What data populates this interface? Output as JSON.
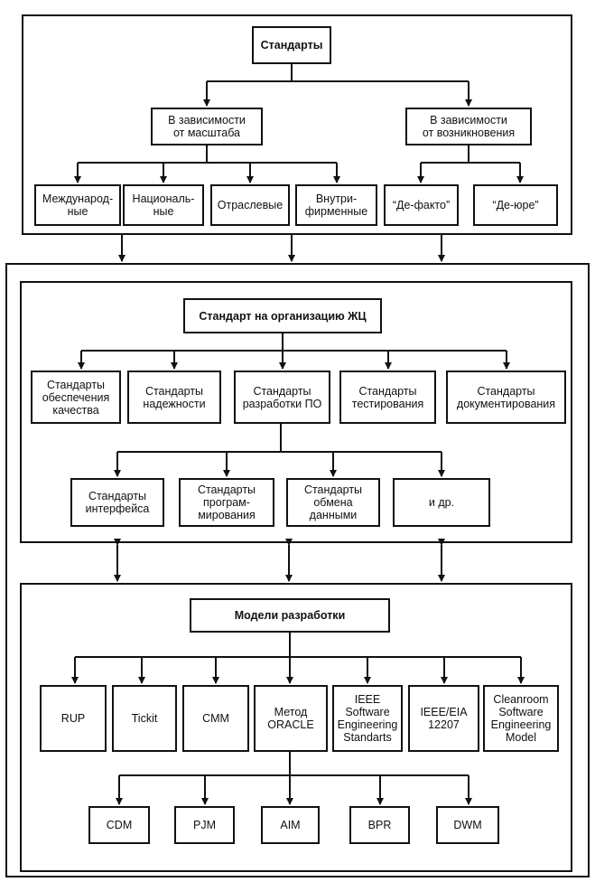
{
  "top": {
    "root": "Стандарты",
    "by_scale": "В зависимости\nот масштаба",
    "by_origin": "В зависимости\nот возникновения",
    "scale_items": [
      "Международ-\nные",
      "Националь-\nные",
      "Отраслевые",
      "Внутри-\nфирменные"
    ],
    "origin_items": [
      "“Де-факто”",
      "“Де-юре”"
    ]
  },
  "lifecycle": {
    "root": "Стандарт на организацию ЖЦ",
    "items": [
      "Стандарты\nобеспечения\nкачества",
      "Стандарты\nнадежности",
      "Стандарты\nразработки ПО",
      "Стандарты\nтестирования",
      "Стандарты\nдокументирования"
    ],
    "sub_items": [
      "Стандарты\nинтерфейса",
      "Стандарты\nпрограм-\nмирования",
      "Стандарты\nобмена\nданными",
      "и др."
    ]
  },
  "models": {
    "root": "Модели разработки",
    "items": [
      "RUP",
      "Tickit",
      "CMM",
      "Метод\nORACLE",
      "IEEE\nSoftware\nEngineering\nStandarts",
      "IEEE/EIA\n12207",
      "Cleanroom\nSoftware\nEngineering\nModel"
    ],
    "sub_items": [
      "CDM",
      "PJM",
      "AIM",
      "BPR",
      "DWM"
    ]
  }
}
